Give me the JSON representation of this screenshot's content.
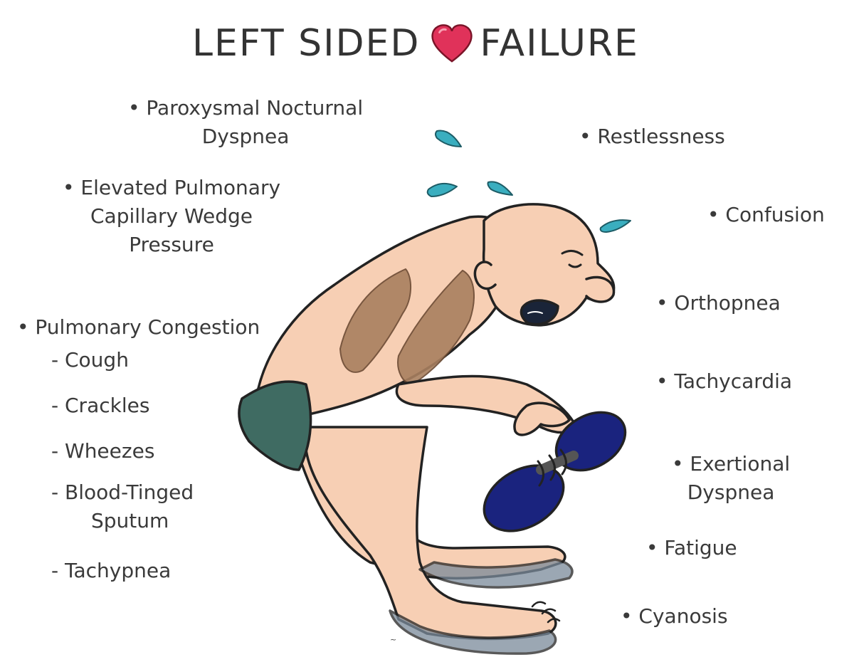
{
  "title": {
    "left": "LEFT SIDED",
    "right": "FAILURE",
    "icon": "heart-icon",
    "heart_color": "#e0325a"
  },
  "left_labels": {
    "pnd": {
      "line1": "• Paroxysmal Nocturnal",
      "line2": "Dyspnea"
    },
    "pcwp": {
      "line1": "• Elevated Pulmonary",
      "line2": "Capillary Wedge",
      "line3": "Pressure"
    },
    "congestion": {
      "heading": "• Pulmonary Congestion",
      "items": [
        "- Cough",
        "- Crackles",
        "- Wheezes",
        "- Blood-Tinged",
        "Sputum",
        "- Tachypnea"
      ]
    }
  },
  "right_labels": {
    "restlessness": "• Restlessness",
    "confusion": "• Confusion",
    "orthopnea": "• Orthopnea",
    "tachycardia": "• Tachycardia",
    "exertional": {
      "line1": "• Exertional",
      "line2": "Dyspnea"
    },
    "fatigue": "• Fatigue",
    "cyanosis": "• Cyanosis"
  },
  "colors": {
    "skin": "#f7cfb4",
    "outline": "#222222",
    "shorts": "#3f6b62",
    "weights": "#1a237e",
    "lungs": "#a9805f",
    "sweat": "#3aaebf",
    "feet_shade": "#7a8a9a"
  }
}
